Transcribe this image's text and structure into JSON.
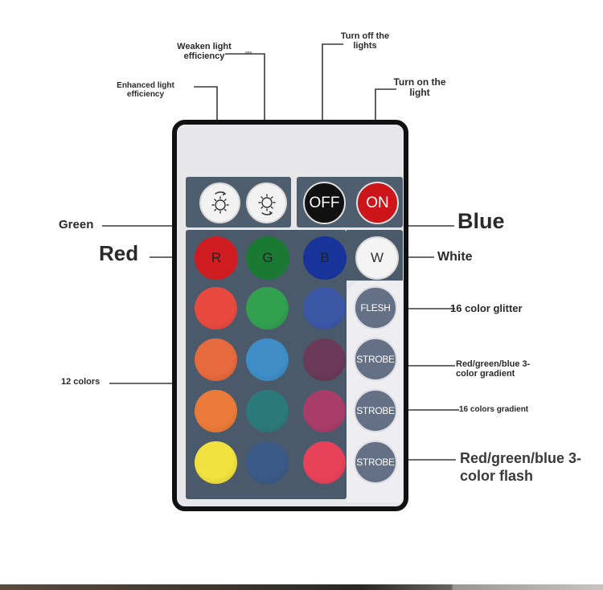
{
  "labels": {
    "weaken": "Weaken light efficiency",
    "weaken_tiny": "ana",
    "enhanced": "Enhanced light efficiency",
    "turn_off": "Turn off the lights",
    "turn_on": "Turn on the light",
    "green": "Green",
    "blue": "Blue",
    "red": "Red",
    "white": "White",
    "glitter": "16 color glitter",
    "gradient3": "Red/green/blue 3-color gradient",
    "gradient16": "16 colors gradient",
    "colors12": "12 colors",
    "flash3": "Red/green/blue 3-color flash"
  },
  "buttons": {
    "off": "OFF",
    "on": "ON",
    "r": "R",
    "g": "G",
    "b": "B",
    "w": "W",
    "flesh": "FLESH",
    "strobe1": "STROBE",
    "strobe2": "STROBE",
    "strobe3": "STROBE"
  },
  "colors": {
    "grid": [
      [
        "#e94a3f",
        "#33a050",
        "#3b57a6"
      ],
      [
        "#e66a3d",
        "#3f8ec8",
        "#6a3a58"
      ],
      [
        "#eb7b3a",
        "#2d7a7c",
        "#a83d6a"
      ],
      [
        "#f1e23f",
        "#3b5a88",
        "#e8415a"
      ]
    ],
    "r": "#cf1c20",
    "g": "#1a7a33",
    "b": "#17349a",
    "off": "#111111",
    "on": "#cc1419"
  }
}
